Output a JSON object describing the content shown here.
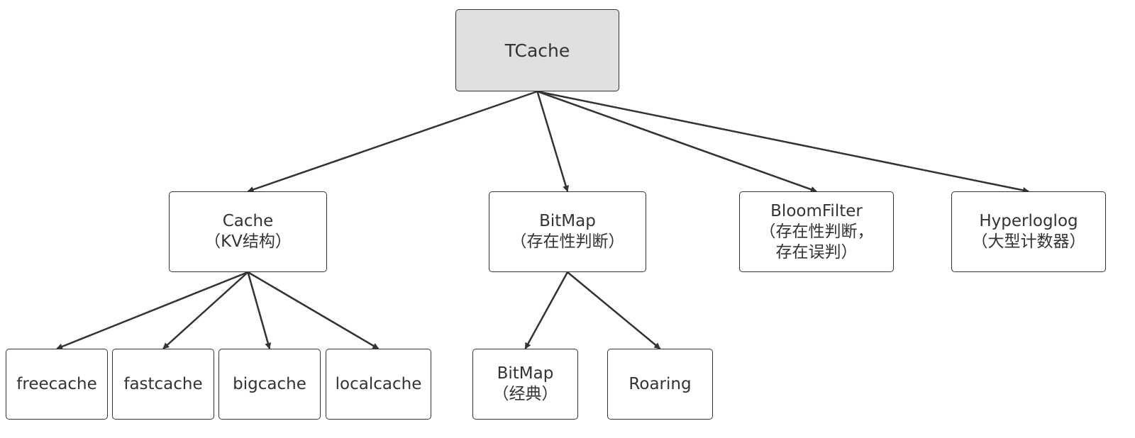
{
  "nodes": {
    "root": {
      "line1": "TCache",
      "line2": ""
    },
    "cache": {
      "line1": "Cache",
      "line2": "（KV结构）"
    },
    "bitmap": {
      "line1": "BitMap",
      "line2": "（存在性判断）"
    },
    "bloomfilter": {
      "line1": "BloomFilter",
      "line2": "（存在性判断，",
      "line3": "存在误判）"
    },
    "hyperloglog": {
      "line1": "Hyperloglog",
      "line2": "（大型计数器）"
    },
    "freecache": {
      "line1": "freecache",
      "line2": ""
    },
    "fastcache": {
      "line1": "fastcache",
      "line2": ""
    },
    "bigcache": {
      "line1": "bigcache",
      "line2": ""
    },
    "localcache": {
      "line1": "localcache",
      "line2": ""
    },
    "bitmap_classic": {
      "line1": "BitMap",
      "line2": "（经典）"
    },
    "roaring": {
      "line1": "Roaring",
      "line2": ""
    }
  },
  "edges": [
    [
      "root",
      "cache"
    ],
    [
      "root",
      "bitmap"
    ],
    [
      "root",
      "bloomfilter"
    ],
    [
      "root",
      "hyperloglog"
    ],
    [
      "cache",
      "freecache"
    ],
    [
      "cache",
      "fastcache"
    ],
    [
      "cache",
      "bigcache"
    ],
    [
      "cache",
      "localcache"
    ],
    [
      "bitmap",
      "bitmap_classic"
    ],
    [
      "bitmap",
      "roaring"
    ]
  ],
  "colors": {
    "stroke": "#333333",
    "root_fill": "#e0e0e0",
    "node_fill": "#ffffff",
    "text": "#333333"
  }
}
